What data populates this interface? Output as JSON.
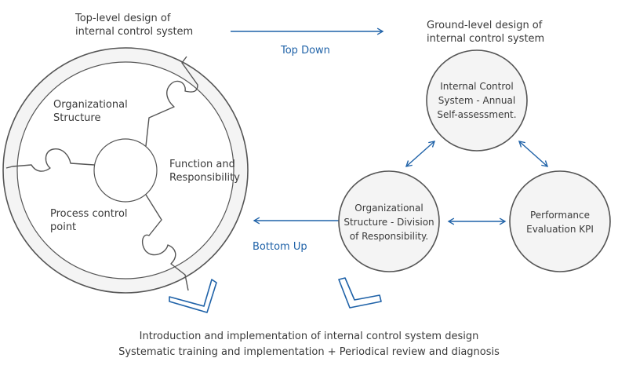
{
  "top_left_heading": [
    "Top-level design of",
    "internal control system"
  ],
  "top_right_heading": [
    "Ground-level design of",
    "internal control system"
  ],
  "top_down_label": "Top Down",
  "bottom_up_label": "Bottom  Up",
  "puzzle": {
    "org_structure": [
      "Organizational",
      "Structure"
    ],
    "function_resp": [
      "Function and",
      "Responsibility"
    ],
    "process_control": [
      "Process control",
      "point"
    ]
  },
  "circles": {
    "internal_control": [
      "Internal Control",
      "System - Annual",
      "Self-assessment."
    ],
    "org_division": [
      "Organizational",
      "Structure - Division",
      "of Responsibility."
    ],
    "performance": [
      "Performance",
      "Evaluation KPI"
    ]
  },
  "footer": {
    "line1": "Introduction and implementation of internal control system design",
    "line2": "Systematic training and implementation + Periodical review and diagnosis"
  },
  "colors": {
    "accent": "#1f62a8",
    "stroke": "#555555",
    "fill": "#f4f4f4"
  }
}
